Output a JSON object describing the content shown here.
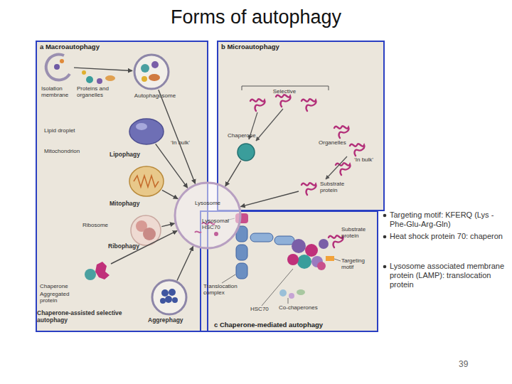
{
  "diagram": {
    "title": "Forms of autophagy",
    "nodes": [
      {
        "text": [
          "a Macroautophagy"
        ]
      },
      {
        "text": [
          "b Microautophagy"
        ]
      },
      {
        "text": [
          "c Chaperone-mediated autophagy"
        ]
      },
      {
        "text": [
          "Lysosome"
        ]
      },
      {
        "text": [
          "Isolation membrane"
        ],
        "in": 0
      },
      {
        "text": [
          "Autophagosome"
        ],
        "in": 0
      },
      {
        "text": [
          "Lipid droplet",
          "Lipophagy"
        ],
        "in": 0
      },
      {
        "text": [
          "Mitochondrion",
          "Mitophagy"
        ],
        "in": 0
      },
      {
        "text": [
          "Ribosome",
          "Ribophagy"
        ],
        "in": 0
      },
      {
        "text": [
          "Chaperone",
          "Aggregated protein",
          "Chaperone-assisted selective autophagy"
        ],
        "in": 0
      },
      {
        "text": [
          "Aggrephagy"
        ],
        "in": 0
      },
      {
        "text": [
          "Chaperone"
        ],
        "in": 1
      },
      {
        "text": [
          "Substrate protein"
        ],
        "in": 1
      }
    ],
    "edges": [
      {
        "from": 4,
        "to": 5,
        "arrow": "to"
      },
      {
        "from": 5,
        "to": 3,
        "arrow": "to"
      },
      {
        "from": 6,
        "to": 3,
        "arrow": "to"
      },
      {
        "from": 7,
        "to": 3,
        "arrow": "to"
      },
      {
        "from": 8,
        "to": 3,
        "arrow": "to"
      },
      {
        "from": 9,
        "to": 3,
        "arrow": "to"
      },
      {
        "from": 10,
        "to": 3,
        "arrow": "to"
      },
      {
        "from": 11,
        "to": 3,
        "arrow": "to"
      },
      {
        "from": 12,
        "to": 3,
        "arrow": "to"
      }
    ],
    "labels": [
      "Proteins and organelles",
      "‘In bulk’",
      "Selective",
      "Organelles",
      "‘In bulk’",
      "Lysosomal HSC70",
      "Substrate protein",
      "Targeting motif",
      "Translocation complex",
      "HSC70",
      "Co-chaperones",
      "Targeting motif: KFERQ (Lys -Phe-Glu-Arg-Gln)",
      "Heat shock protein 70: chaperon",
      "Lysosome associated membrane protein (LAMP): translocation protein",
      "39"
    ]
  }
}
